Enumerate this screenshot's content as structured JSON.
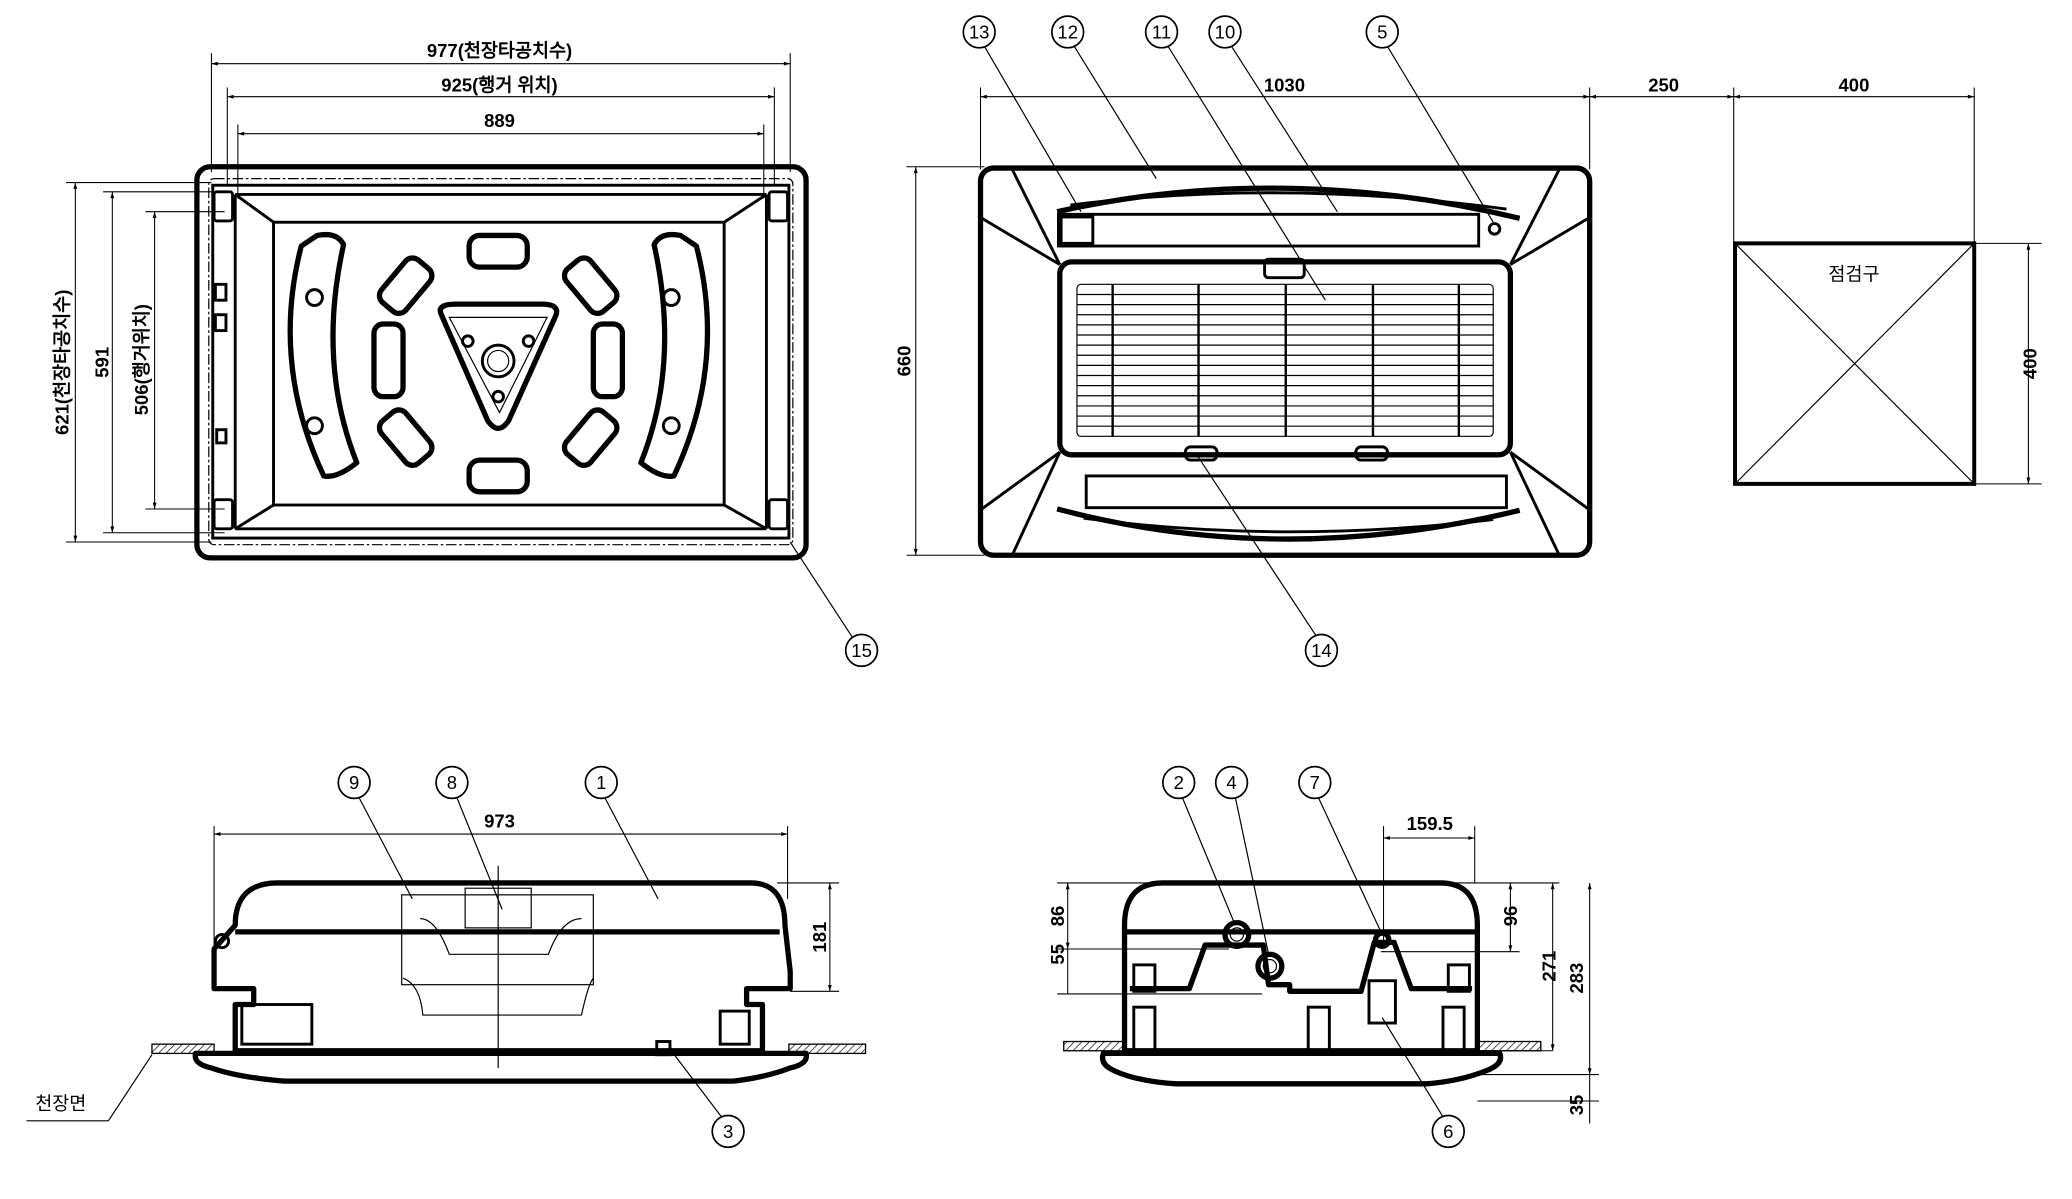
{
  "top_left_view": {
    "dim_width_ceiling_opening": "977(천장타공치수)",
    "dim_width_hanger": "925(행거 위치)",
    "dim_width_body": "889",
    "dim_height_ceiling_opening": "621(천장타공치수)",
    "dim_height_body": "591",
    "dim_height_hanger": "506(행거위치)"
  },
  "top_right_view": {
    "dim_panel_width": "1030",
    "dim_panel_height": "660",
    "dim_gap": "250",
    "dim_inspection_width": "400",
    "dim_inspection_height": "400",
    "inspection_label": "점검구"
  },
  "side_view_left": {
    "dim_width": "973",
    "dim_height": "181",
    "ceiling_label": "천장면"
  },
  "side_view_right": {
    "dim_159": "159.5",
    "dim_86": "86",
    "dim_55": "55",
    "dim_96": "96",
    "dim_271": "271",
    "dim_283": "283",
    "dim_35": "35"
  },
  "part_labels": [
    "1",
    "2",
    "3",
    "4",
    "5",
    "6",
    "7",
    "8",
    "9",
    "10",
    "11",
    "12",
    "13",
    "14",
    "15"
  ]
}
